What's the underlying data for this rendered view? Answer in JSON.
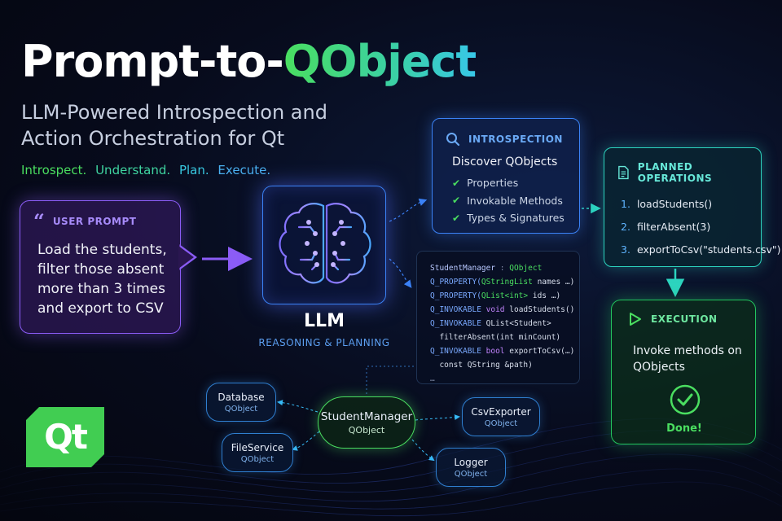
{
  "header": {
    "title_part1": "Prompt-to-",
    "title_part2": "QObject",
    "subtitle": "LLM-Powered Introspection and Action Orchestration for Qt",
    "tagline": [
      "Introspect.",
      "Understand.",
      "Plan.",
      "Execute."
    ]
  },
  "user_prompt": {
    "label": "USER PROMPT",
    "icon": "quote-icon",
    "text": "Load the students, filter those absent more than 3 times and export to CSV"
  },
  "llm": {
    "title": "LLM",
    "subtitle": "REASONING & PLANNING",
    "icon": "brain-circuit-icon"
  },
  "introspection": {
    "label": "INTROSPECTION",
    "icon": "search-icon",
    "heading": "Discover QObjects",
    "items": [
      "Properties",
      "Invokable Methods",
      "Types & Signatures"
    ]
  },
  "code": {
    "class_name": "StudentManager",
    "sep": " : ",
    "base": "QObject",
    "lines": [
      {
        "macro": "Q_PROPERTY(",
        "type": "QStringList",
        "rest": " names …)"
      },
      {
        "macro": "Q_PROPERTY(",
        "type": "QList<int>",
        "rest": " ids …)"
      },
      {
        "macro": "Q_INVOKABLE ",
        "kw": "void",
        "rest": " loadStudents()"
      },
      {
        "macro": "Q_INVOKABLE ",
        "rest": "QList<Student>"
      },
      {
        "rest": "  filterAbsent(int minCount)"
      },
      {
        "macro": "Q_INVOKABLE ",
        "kw": "bool",
        "rest": " exportToCsv(…)"
      },
      {
        "rest": "  const QString &path)"
      },
      {
        "rest": "…"
      }
    ]
  },
  "planned_operations": {
    "label": "PLANNED OPERATIONS",
    "icon": "checklist-icon",
    "items": [
      {
        "num": "1.",
        "text": "loadStudents()"
      },
      {
        "num": "2.",
        "text": "filterAbsent(3)"
      },
      {
        "num": "3.",
        "text": "exportToCsv(\"students.csv\")"
      }
    ]
  },
  "execution": {
    "label": "EXECUTION",
    "icon": "play-icon",
    "text": "Invoke methods on QObjects",
    "done": "Done!"
  },
  "nodes": {
    "student_manager": {
      "name": "StudentManager",
      "type": "QObject"
    },
    "database": {
      "name": "Database",
      "type": "QObject"
    },
    "file_service": {
      "name": "FileService",
      "type": "QObject"
    },
    "csv_exporter": {
      "name": "CsvExporter",
      "type": "QObject"
    },
    "logger": {
      "name": "Logger",
      "type": "QObject"
    }
  },
  "logo": {
    "text": "Qt"
  },
  "colors": {
    "background": "#070b1c",
    "purple": "#8b5cf6",
    "blue": "#3b82f6",
    "teal": "#2dd4bf",
    "green": "#4ade60",
    "qt_green": "#41cd52"
  }
}
